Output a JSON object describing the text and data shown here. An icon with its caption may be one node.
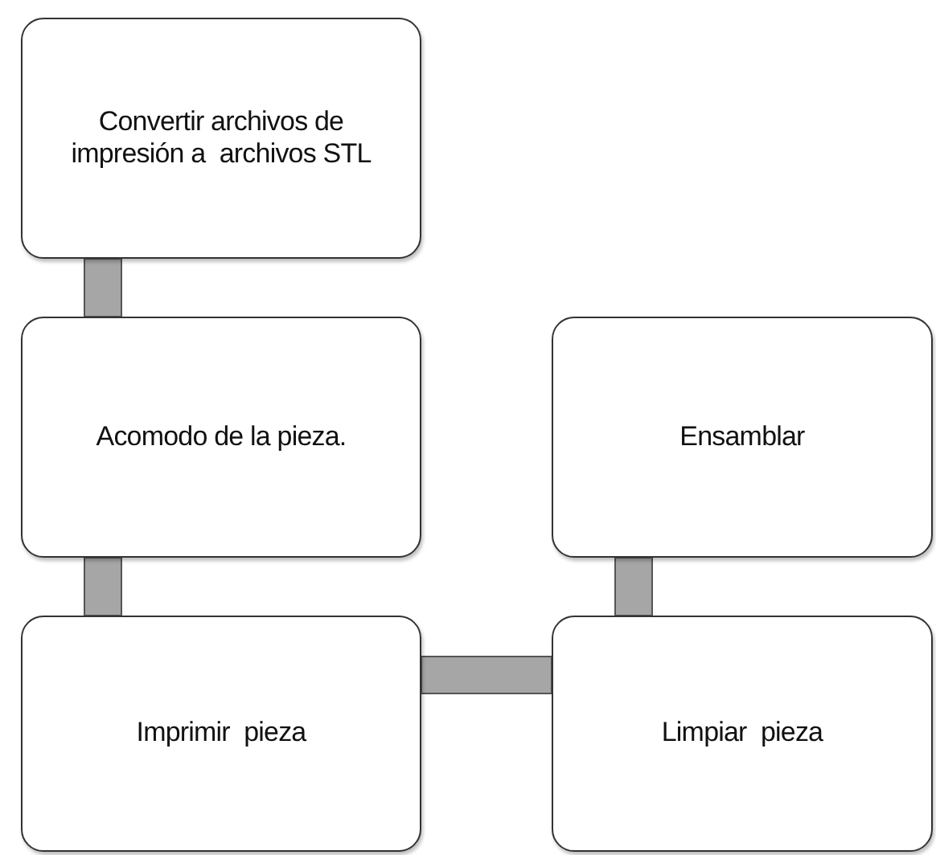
{
  "diagram": {
    "nodes": [
      {
        "text": [
          "Convertir archivos de impresión a  archivos STL"
        ]
      },
      {
        "text": [
          "Acomodo de la pieza."
        ]
      },
      {
        "text": [
          "Ensamblar"
        ]
      },
      {
        "text": [
          "Imprimir  pieza"
        ]
      },
      {
        "text": [
          "Limpiar  pieza"
        ]
      }
    ],
    "edges": [
      {
        "from": 0,
        "to": 1,
        "arrow": "none"
      },
      {
        "from": 1,
        "to": 3,
        "arrow": "none"
      },
      {
        "from": 3,
        "to": 4,
        "arrow": "none"
      },
      {
        "from": 4,
        "to": 2,
        "arrow": "none"
      }
    ]
  }
}
